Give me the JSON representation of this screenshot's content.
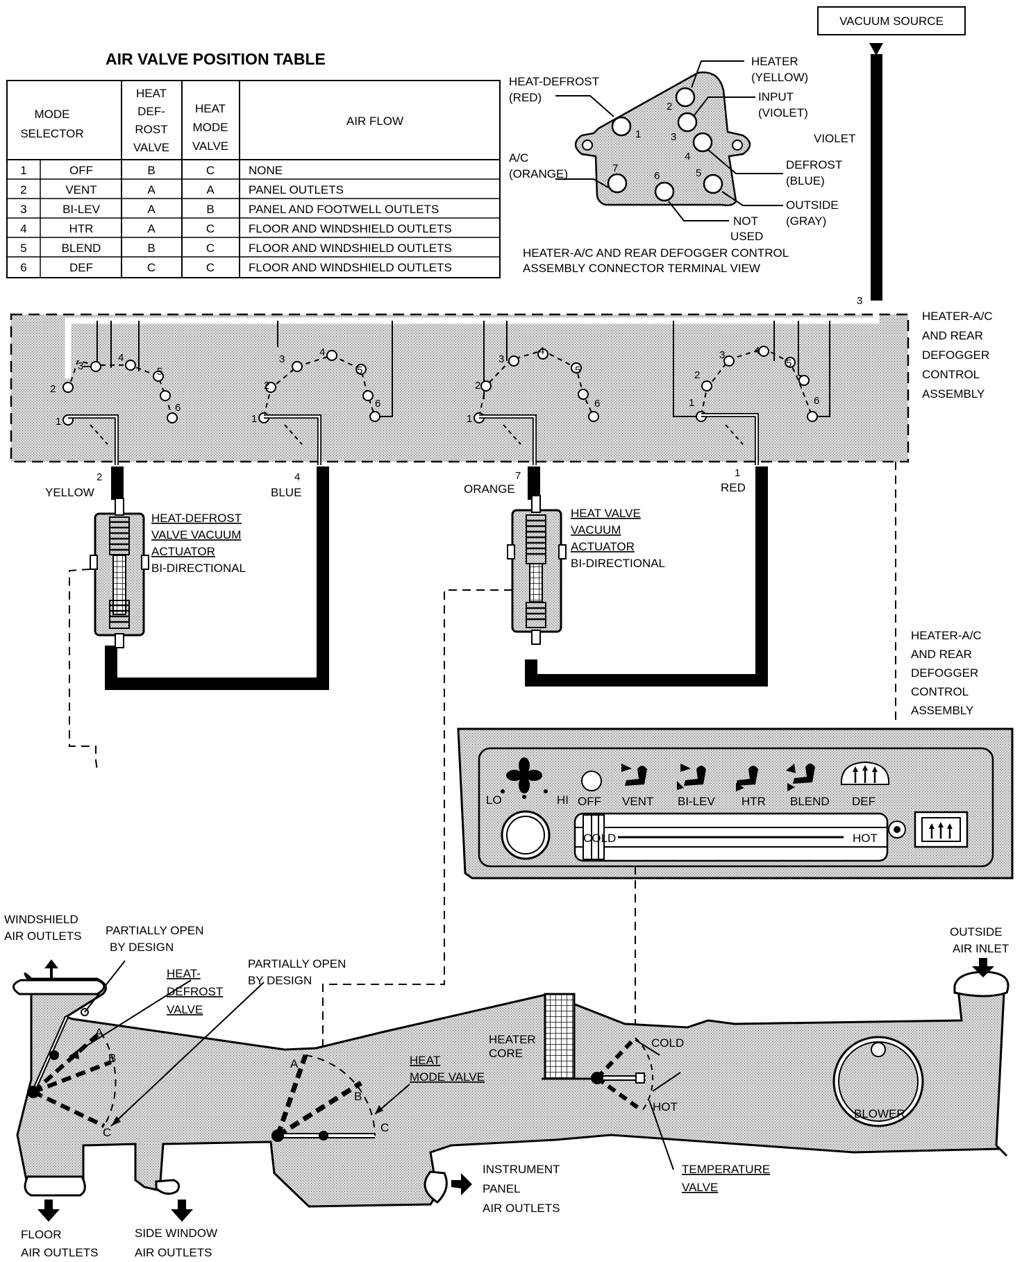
{
  "table": {
    "title": "AIR VALVE POSITION TABLE",
    "headers": {
      "mode_selector": [
        "MODE",
        "SELECTOR"
      ],
      "heat_defrost": [
        "HEAT",
        "DEF-",
        "ROST",
        "VALVE"
      ],
      "heat_mode": [
        "HEAT",
        "MODE",
        "VALVE"
      ],
      "air_flow": "AIR FLOW"
    },
    "rows": [
      {
        "n": "1",
        "mode": "OFF",
        "hd": "B",
        "hm": "C",
        "flow": "NONE"
      },
      {
        "n": "2",
        "mode": "VENT",
        "hd": "A",
        "hm": "A",
        "flow": "PANEL OUTLETS"
      },
      {
        "n": "3",
        "mode": "BI-LEV",
        "hd": "A",
        "hm": "B",
        "flow": "PANEL AND FOOTWELL OUTLETS"
      },
      {
        "n": "4",
        "mode": "HTR",
        "hd": "A",
        "hm": "C",
        "flow": "FLOOR AND WINDSHIELD OUTLETS"
      },
      {
        "n": "5",
        "mode": "BLEND",
        "hd": "B",
        "hm": "C",
        "flow": "FLOOR AND WINDSHIELD OUTLETS"
      },
      {
        "n": "6",
        "mode": "DEF",
        "hd": "C",
        "hm": "C",
        "flow": "FLOOR AND WINDSHIELD OUTLETS"
      }
    ]
  },
  "connector": {
    "heat_defrost": [
      "HEAT-DEFROST",
      "(RED)"
    ],
    "heater": [
      "HEATER",
      "(YELLOW)"
    ],
    "input": [
      "INPUT",
      "(VIOLET)"
    ],
    "defrost": [
      "DEFROST",
      "(BLUE)"
    ],
    "outside": [
      "OUTSIDE",
      "(GRAY)"
    ],
    "not_used": [
      "NOT",
      "USED"
    ],
    "ac": [
      "A/C",
      "(ORANGE)"
    ],
    "caption": [
      "HEATER-A/C AND REAR DEFOGGER CONTROL",
      "ASSEMBLY CONNECTOR TERMINAL VIEW"
    ],
    "pins": [
      "1",
      "2",
      "3",
      "4",
      "5",
      "6",
      "7"
    ]
  },
  "vacuum_source": "VACUUM SOURCE",
  "violet": "VIOLET",
  "control_assembly_label": [
    "HEATER-A/C",
    "AND REAR",
    "DEFOGGER",
    "CONTROL",
    "ASSEMBLY"
  ],
  "lines": {
    "yellow": {
      "num": "2",
      "color": "YELLOW"
    },
    "blue": {
      "num": "4",
      "color": "BLUE"
    },
    "orange": {
      "num": "7",
      "color": "ORANGE"
    },
    "red": {
      "num": "1",
      "color": "RED"
    },
    "violet_num": "3"
  },
  "actuators": {
    "heat_defrost": [
      "HEAT-DEFROST",
      "VALVE VACUUM",
      "ACTUATOR",
      "BI-DIRECTIONAL"
    ],
    "heat_valve": [
      "HEAT  VALVE",
      "VACUUM",
      "ACTUATOR",
      "BI-DIRECTIONAL"
    ]
  },
  "panel": {
    "lo": "LO",
    "hi": "HI",
    "modes": [
      "OFF",
      "VENT",
      "BI-LEV",
      "HTR",
      "BLEND",
      "DEF"
    ],
    "cold": "COLD",
    "hot": "HOT"
  },
  "duct": {
    "windshield": [
      "WINDSHIELD",
      "AIR OUTLETS"
    ],
    "partially_open_1": [
      "PARTIALLY OPEN",
      "BY DESIGN"
    ],
    "heat_defrost_valve": [
      "HEAT-",
      "DEFROST",
      "VALVE"
    ],
    "partially_open_2": [
      "PARTIALLY OPEN",
      "BY DESIGN"
    ],
    "heat_mode_valve": [
      "HEAT",
      "MODE VALVE"
    ],
    "heater_core": [
      "HEATER",
      "CORE"
    ],
    "cold": "COLD",
    "hot": "HOT",
    "blower": "BLOWER",
    "outside_air": [
      "OUTSIDE",
      "AIR INLET"
    ],
    "instrument_panel": [
      "INSTRUMENT",
      "PANEL",
      "AIR OUTLETS"
    ],
    "temperature_valve": [
      "TEMPERATURE",
      "VALVE"
    ],
    "floor": [
      "FLOOR",
      "AIR OUTLETS"
    ],
    "side_window": [
      "SIDE WINDOW",
      "AIR OUTLETS"
    ],
    "letters": [
      "A",
      "B",
      "C"
    ]
  }
}
